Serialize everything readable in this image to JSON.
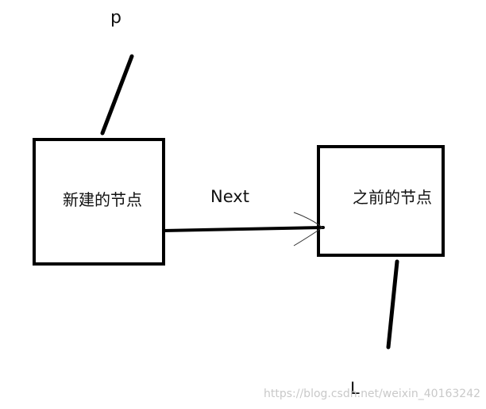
{
  "labels": {
    "p": "p",
    "new_node": "新建的节点",
    "next": "Next",
    "prev_node": "之前的节点",
    "L": "L"
  },
  "watermark": "https://blog.csdn.net/weixin_40163242",
  "colors": {
    "stroke": "#000000",
    "text": "#111111",
    "watermark": "#c9c9c9"
  }
}
